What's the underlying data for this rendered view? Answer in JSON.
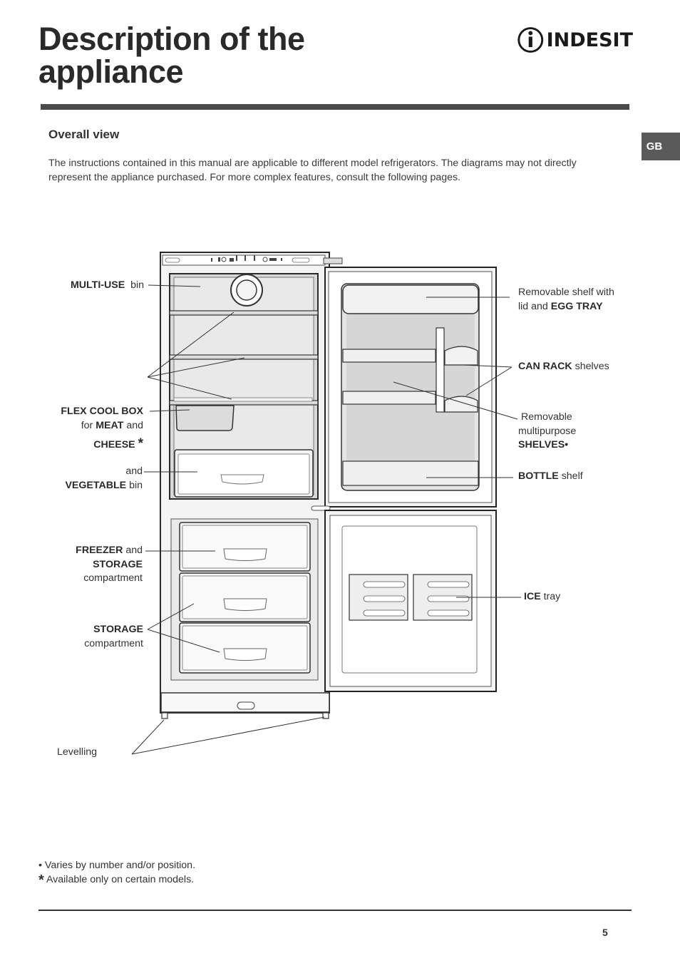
{
  "header": {
    "title_line1": "Description of the",
    "title_line2": "appliance",
    "brand": "INDESIT",
    "language_tab": "GB"
  },
  "section": {
    "title": "Overall view",
    "intro": "The instructions contained in this manual are applicable to different model refrigerators. The diagrams may not directly represent the appliance purchased. For more complex features, consult the following pages."
  },
  "labels": {
    "multi_use_bold": "MULTI-USE",
    "multi_use_rest": "bin",
    "flex_cool_box": "FLEX COOL BOX",
    "for_word": "for",
    "meat": "MEAT",
    "and_word": "and",
    "cheese": "CHEESE",
    "asterisk": "*",
    "and_line": "and",
    "vegetable": "VEGETABLE",
    "bin": "bin",
    "freezer": "FREEZER",
    "storage": "STORAGE",
    "compartment": "compartment",
    "storage2": "STORAGE",
    "compartment2": "compartment",
    "levelling": "Levelling",
    "removable_shelf_line1": "Removable shelf with",
    "removable_shelf_line2_pre": "lid and",
    "egg_tray": "EGG TRAY",
    "can_rack": "CAN RACK",
    "shelves": "shelves",
    "removable": "Removable",
    "multipurpose": "multipurpose",
    "shelves_bold": "SHELVES•",
    "bottle": "BOTTLE",
    "shelf": "shelf",
    "ice": "ICE",
    "tray": "tray"
  },
  "notes": {
    "bullet_symbol": "•",
    "bullet_text": "Varies by number and/or position.",
    "star_symbol": "*",
    "star_text": "Available only on certain models."
  },
  "footer": {
    "page_number": "5"
  },
  "colors": {
    "header_rule": "#4a4a4a",
    "tab_bg": "#5a5a5a",
    "text": "#2b2b2b"
  }
}
